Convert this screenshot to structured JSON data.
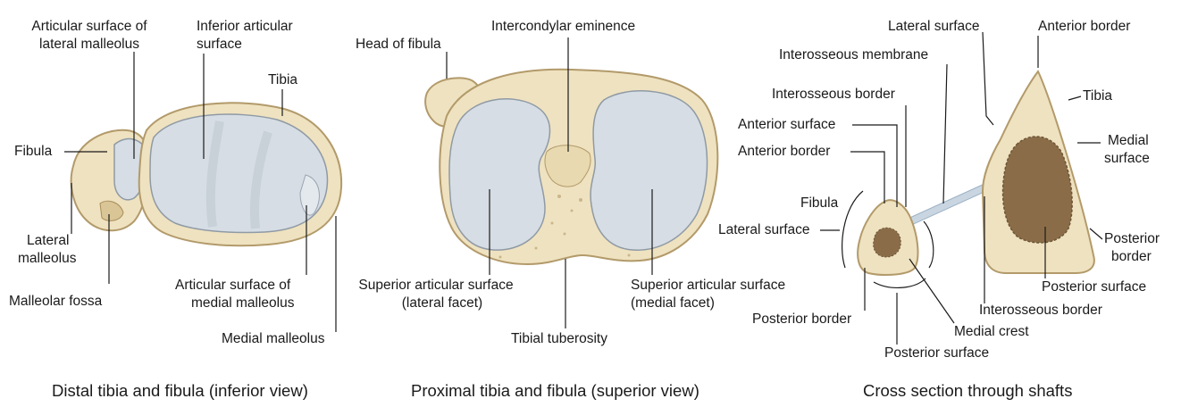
{
  "colors": {
    "bone": "#efe2c0",
    "bone_edge": "#b29a6a",
    "cartilage": "#d6dde4",
    "marrow": "#8a6d48",
    "membrane": "#c9d6e2",
    "line": "#1a1a1a"
  },
  "panels": [
    {
      "caption": "Distal tibia and fibula (inferior view)",
      "labels": {
        "articular_surface_lateral_malleolus": [
          "Articular surface of",
          "lateral malleolus"
        ],
        "inferior_articular_surface": [
          "Inferior articular",
          "surface"
        ],
        "tibia": "Tibia",
        "fibula": "Fibula",
        "lateral_malleolus": [
          "Lateral",
          "malleolus"
        ],
        "malleolar_fossa": "Malleolar fossa",
        "articular_surface_medial_malleolus": [
          "Articular surface of",
          "medial malleolus"
        ],
        "medial_malleolus": "Medial malleolus"
      }
    },
    {
      "caption": "Proximal tibia and fibula (superior view)",
      "labels": {
        "head_of_fibula": "Head of fibula",
        "intercondylar_eminence": "Intercondylar eminence",
        "superior_articular_lateral": [
          "Superior articular surface",
          "(lateral facet)"
        ],
        "superior_articular_medial": [
          "Superior articular surface",
          "(medial facet)"
        ],
        "tibial_tuberosity": "Tibial tuberosity"
      }
    },
    {
      "caption": "Cross section through shafts",
      "labels": {
        "lateral_surface_tibia": "Lateral surface",
        "anterior_border_tibia": "Anterior border",
        "interosseous_membrane": "Interosseous membrane",
        "tibia": "Tibia",
        "interosseous_border_fibula": "Interosseous border",
        "anterior_surface_fibula": "Anterior surface",
        "medial_surface_tibia": [
          "Medial",
          "surface"
        ],
        "anterior_border_fibula": "Anterior border",
        "fibula": "Fibula",
        "lateral_surface_fibula": "Lateral surface",
        "posterior_border_tibia": [
          "Posterior",
          "border"
        ],
        "posterior_surface_tibia": "Posterior surface",
        "interosseous_border_tibia": "Interosseous border",
        "posterior_border_fibula": "Posterior border",
        "medial_crest": "Medial crest",
        "posterior_surface_fibula": "Posterior surface"
      }
    }
  ]
}
